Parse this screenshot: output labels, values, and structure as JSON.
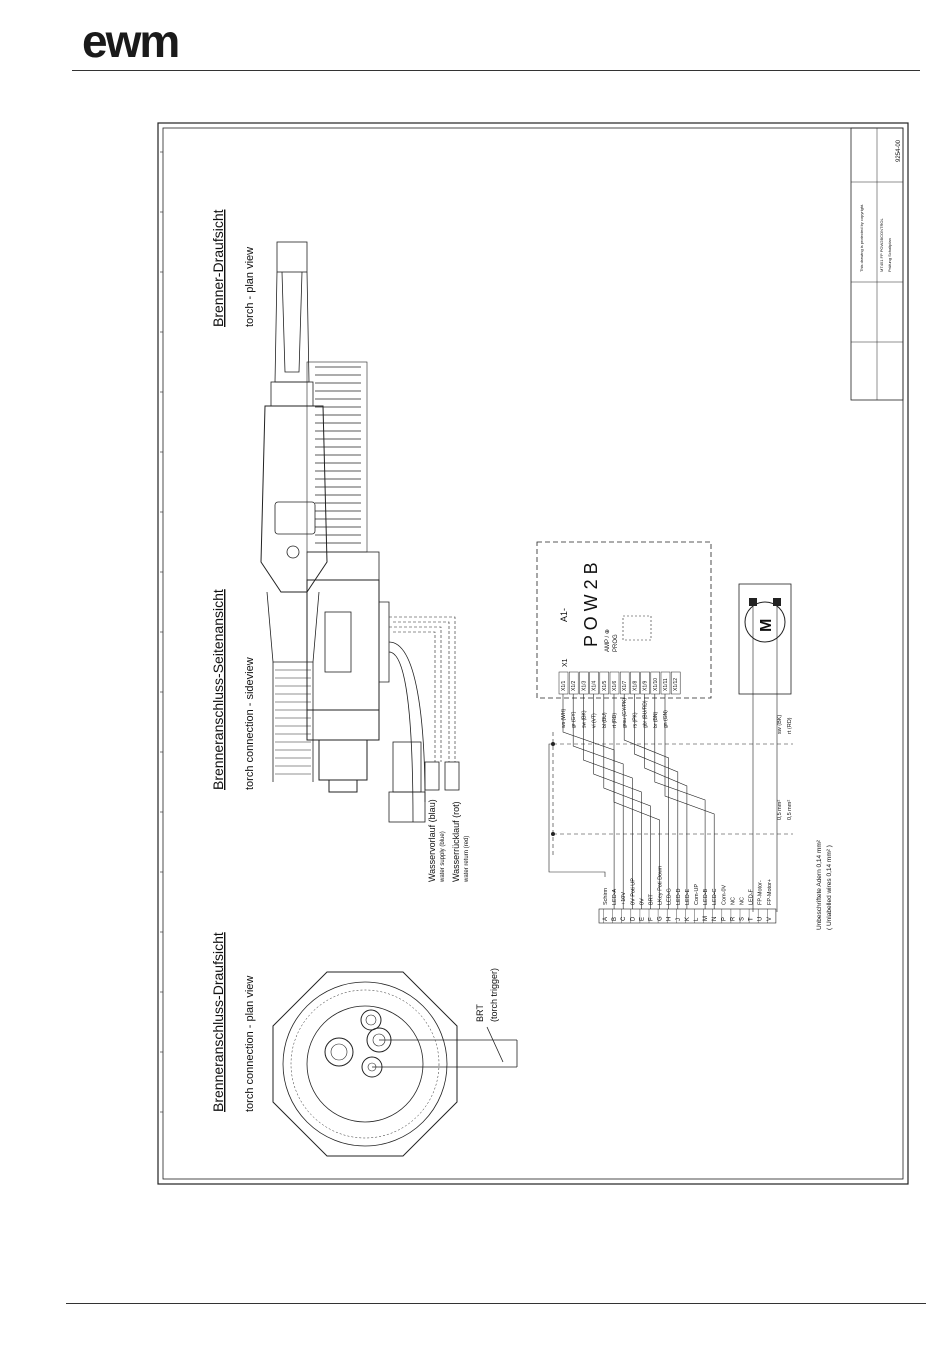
{
  "logo": {
    "text": "ewm"
  },
  "drawing": {
    "view_connector_plan": {
      "title": "Brenneranschluss-Draufsicht",
      "subtitle": "torch connection - plan view"
    },
    "view_connector_side": {
      "title": "Brenneranschluss-Seitenansicht",
      "subtitle": "torch connection - sideview"
    },
    "view_torch_plan": {
      "title": "Brenner-Draufsicht",
      "subtitle": "torch - plan view"
    },
    "trigger": {
      "label": "BRT",
      "sublabel": "(torch trigger)"
    },
    "water_supply": {
      "label": "Wasservorlauf (blau)",
      "sublabel": "water supply (blue)"
    },
    "water_return": {
      "label": "Wasserrücklauf (rot)",
      "sublabel": "water return (red)"
    },
    "module": {
      "name": "A1-",
      "model": "P O W 2 B",
      "connector": "X1",
      "amp": "AMP / ⊕",
      "prog": "PROG"
    },
    "motor": {
      "symbol": "M"
    },
    "pins": [
      "A",
      "B",
      "C",
      "D",
      "E",
      "F",
      "G",
      "H",
      "J",
      "K",
      "L",
      "M",
      "N",
      "P",
      "R",
      "S",
      "T",
      "U",
      "V"
    ],
    "signals": [
      "Schirm",
      "LED-A",
      "+10V",
      "0V Poti UP",
      "0V",
      "BRT",
      "LKey Poti Down",
      "LED-G",
      "LED-D",
      "LED-E",
      "Com-UP",
      "LED-B",
      "LED-C",
      "Com-0V",
      "NC",
      "NC",
      "LED-F",
      "FP-Motor-",
      "FP-Motor+"
    ],
    "terminals": [
      "X1/1",
      "X1/2",
      "X1/3",
      "X1/4",
      "X1/5",
      "X1/6",
      "X1/7",
      "X1/8",
      "X1/9",
      "X1/10",
      "X1/11",
      "X1/12"
    ],
    "wire_colors": [
      "ws (WH)",
      "gr (GY)",
      "sw (BK)",
      "vi (VT)",
      "bl (BU)",
      "rt (RD)",
      "grau (GY/PK)",
      "rs (PK)",
      "gbr (BU/RD)",
      "br (BN)",
      "gn (GN)"
    ],
    "motor_wires": [
      "sw (BK)",
      "rt (RD)"
    ],
    "cross_sections": [
      "0,5 mm²",
      "0,5 mm²"
    ],
    "note": "Unbeschriftete Adern 0,14 mm²",
    "note_en": "( Unlabelled wires 0,14 mm² )",
    "title_block": {
      "number": "9254-00",
      "line1": "This drawing is protected by copyright.",
      "product": "MT451 FP POW2BCONTROL",
      "line2": "Prüfung Schaltplan"
    }
  },
  "colors": {
    "line": "#222222"
  }
}
